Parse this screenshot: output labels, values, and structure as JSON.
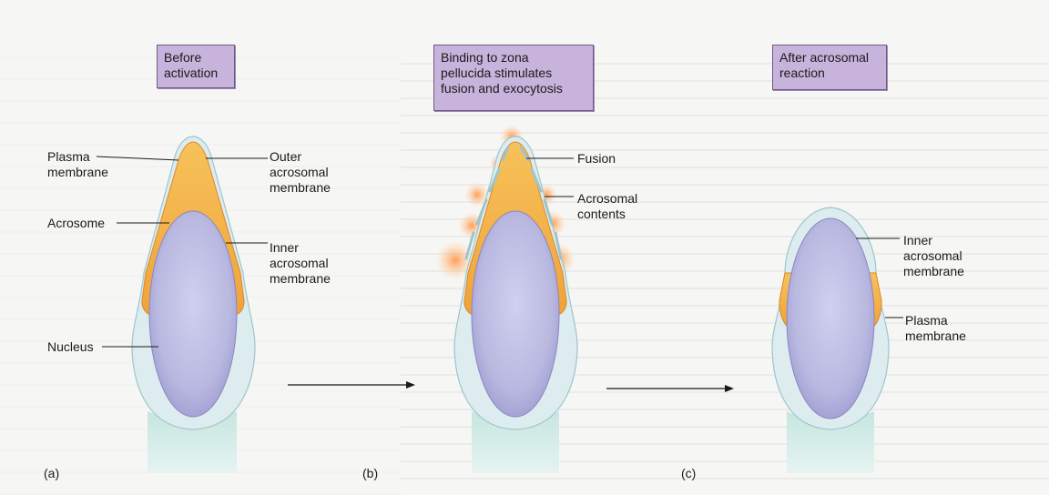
{
  "stages": {
    "before": "Before\nactivation",
    "binding": "Binding to zona\npellucida stimulates\nfusion and exocytosis",
    "after": "After acrosomal\nreaction"
  },
  "labels": {
    "plasma_membrane_a": "Plasma\nmembrane",
    "outer_acrosomal_membrane": "Outer\nacrosomal\nmembrane",
    "acrosome": "Acrosome",
    "inner_acrosomal_membrane_a": "Inner\nacrosomal\nmembrane",
    "nucleus": "Nucleus",
    "fusion": "Fusion",
    "acrosomal_contents": "Acrosomal\ncontents",
    "inner_acrosomal_membrane_c": "Inner\nacrosomal\nmembrane",
    "plasma_membrane_c": "Plasma\nmembrane"
  },
  "panels": {
    "a": "(a)",
    "b": "(b)",
    "c": "(c)"
  },
  "colors": {
    "stage_box": "#c8b3dc",
    "acrosome": "#f3a640",
    "nucleus": "#bdbde2",
    "cell_body": "#dcecef",
    "tail": "#cfe9e4",
    "glow": "#ffb06a"
  }
}
